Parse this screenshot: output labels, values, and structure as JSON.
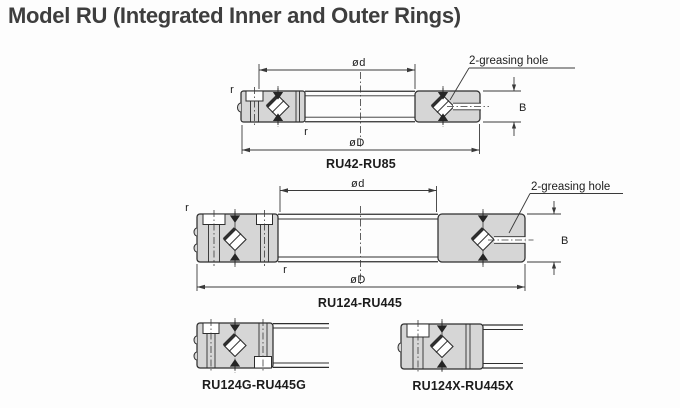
{
  "title": "Model RU (Integrated Inner and Outer Rings)",
  "colors": {
    "background": "#fdfdfd",
    "line": "#2e2e2e",
    "section_fill": "#d6d6d6",
    "title_text": "#3e3e3e",
    "label_text": "#1c1c1c"
  },
  "diagrams": [
    {
      "model": "RU42-RU85",
      "labels": {
        "bore": "ød",
        "outer": "øD",
        "width": "B",
        "radius_top": "r",
        "radius_bottom": "r",
        "greasing": "2-greasing hole"
      }
    },
    {
      "model": "RU124-RU445",
      "labels": {
        "bore": "ød",
        "outer": "øD",
        "width": "B",
        "radius_top": "r",
        "radius_bottom": "r",
        "greasing": "2-greasing hole"
      }
    },
    {
      "model": "RU124G-RU445G"
    },
    {
      "model": "RU124X-RU445X"
    }
  ]
}
